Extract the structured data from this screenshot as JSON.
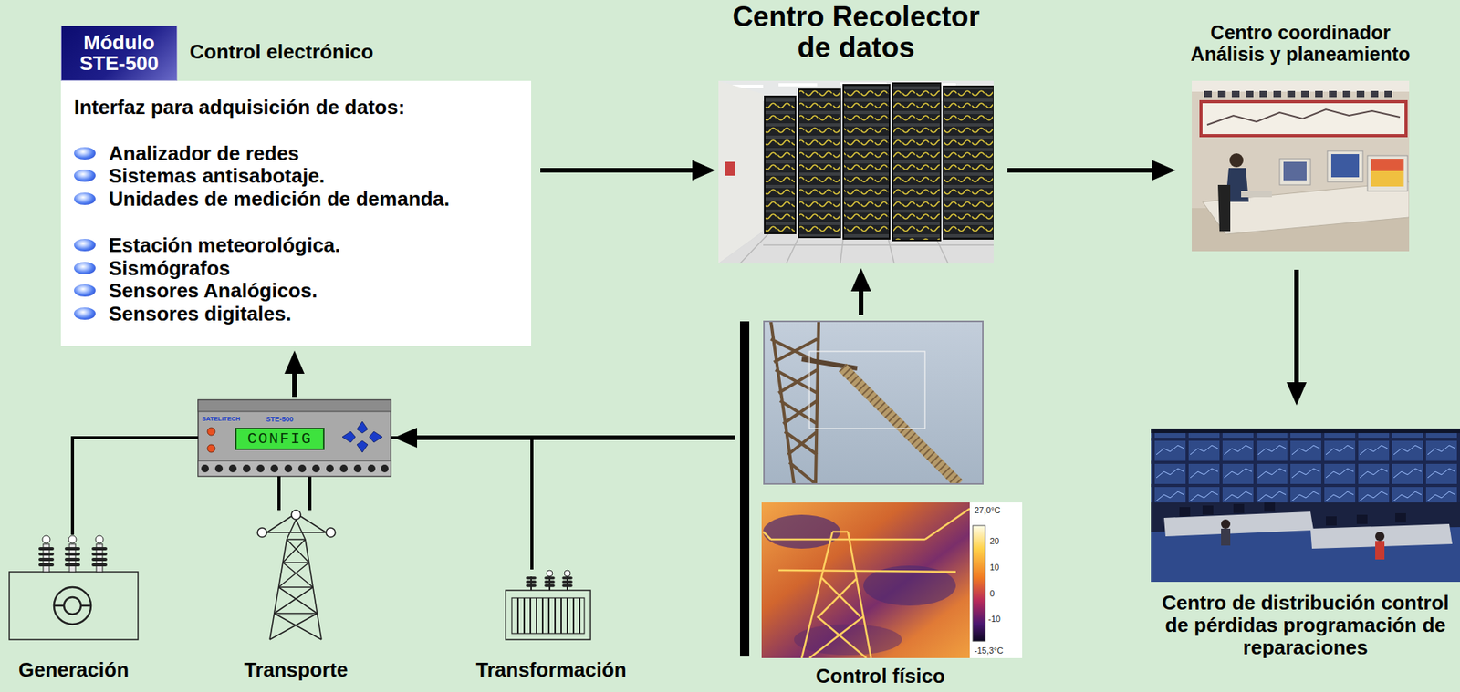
{
  "diagram": {
    "nodes": [
      {
        "text": [
          "Módulo STE-500",
          "Control electrónico"
        ]
      },
      {
        "text": [
          "Interfaz para adquisición de datos:",
          "Analizador de redes",
          "Sistemas antisabotaje.",
          "Unidades de medición de demanda.",
          "Estación meteorológica.",
          "Sismógrafos",
          "Sensores Analógicos.",
          "Sensores digitales."
        ]
      },
      {
        "text": [
          "Centro Recolector de datos"
        ]
      },
      {
        "text": [
          "Centro coordinador Análisis y planeamiento"
        ]
      },
      {
        "text": [
          "SATELITECH",
          "STE-500",
          "CONFIG"
        ]
      },
      {
        "text": [
          "Control físico"
        ]
      },
      {
        "text": [
          "Centro de distribución control de pérdidas programación de reparaciones"
        ]
      },
      {
        "text": [
          "Generación"
        ]
      },
      {
        "text": [
          "Transporte"
        ]
      },
      {
        "text": [
          "Transformación"
        ]
      }
    ],
    "edges": [
      {
        "from": 1,
        "to": 2,
        "arrow": "to"
      },
      {
        "from": 2,
        "to": 3,
        "arrow": "to"
      },
      {
        "from": 3,
        "to": 6,
        "arrow": "to"
      },
      {
        "from": 5,
        "to": 2,
        "arrow": "to"
      },
      {
        "from": 5,
        "to": 4,
        "arrow": "to"
      },
      {
        "from": 4,
        "to": 1,
        "arrow": "to"
      },
      {
        "from": 4,
        "to": 7,
        "arrow": "none"
      },
      {
        "from": 4,
        "to": 8,
        "arrow": "none"
      },
      {
        "from": 4,
        "to": 9,
        "arrow": "none"
      }
    ],
    "labels": [
      "27,0°C",
      "20",
      "10",
      "0",
      "-10",
      "-15,3°C"
    ]
  }
}
